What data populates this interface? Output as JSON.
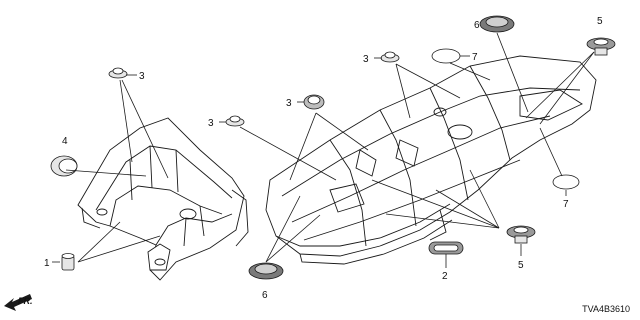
{
  "callouts": [
    "1",
    "2",
    "3",
    "4",
    "5",
    "6",
    "7"
  ],
  "direction_label": "FR.",
  "diagram_code": "TVA4B3610"
}
